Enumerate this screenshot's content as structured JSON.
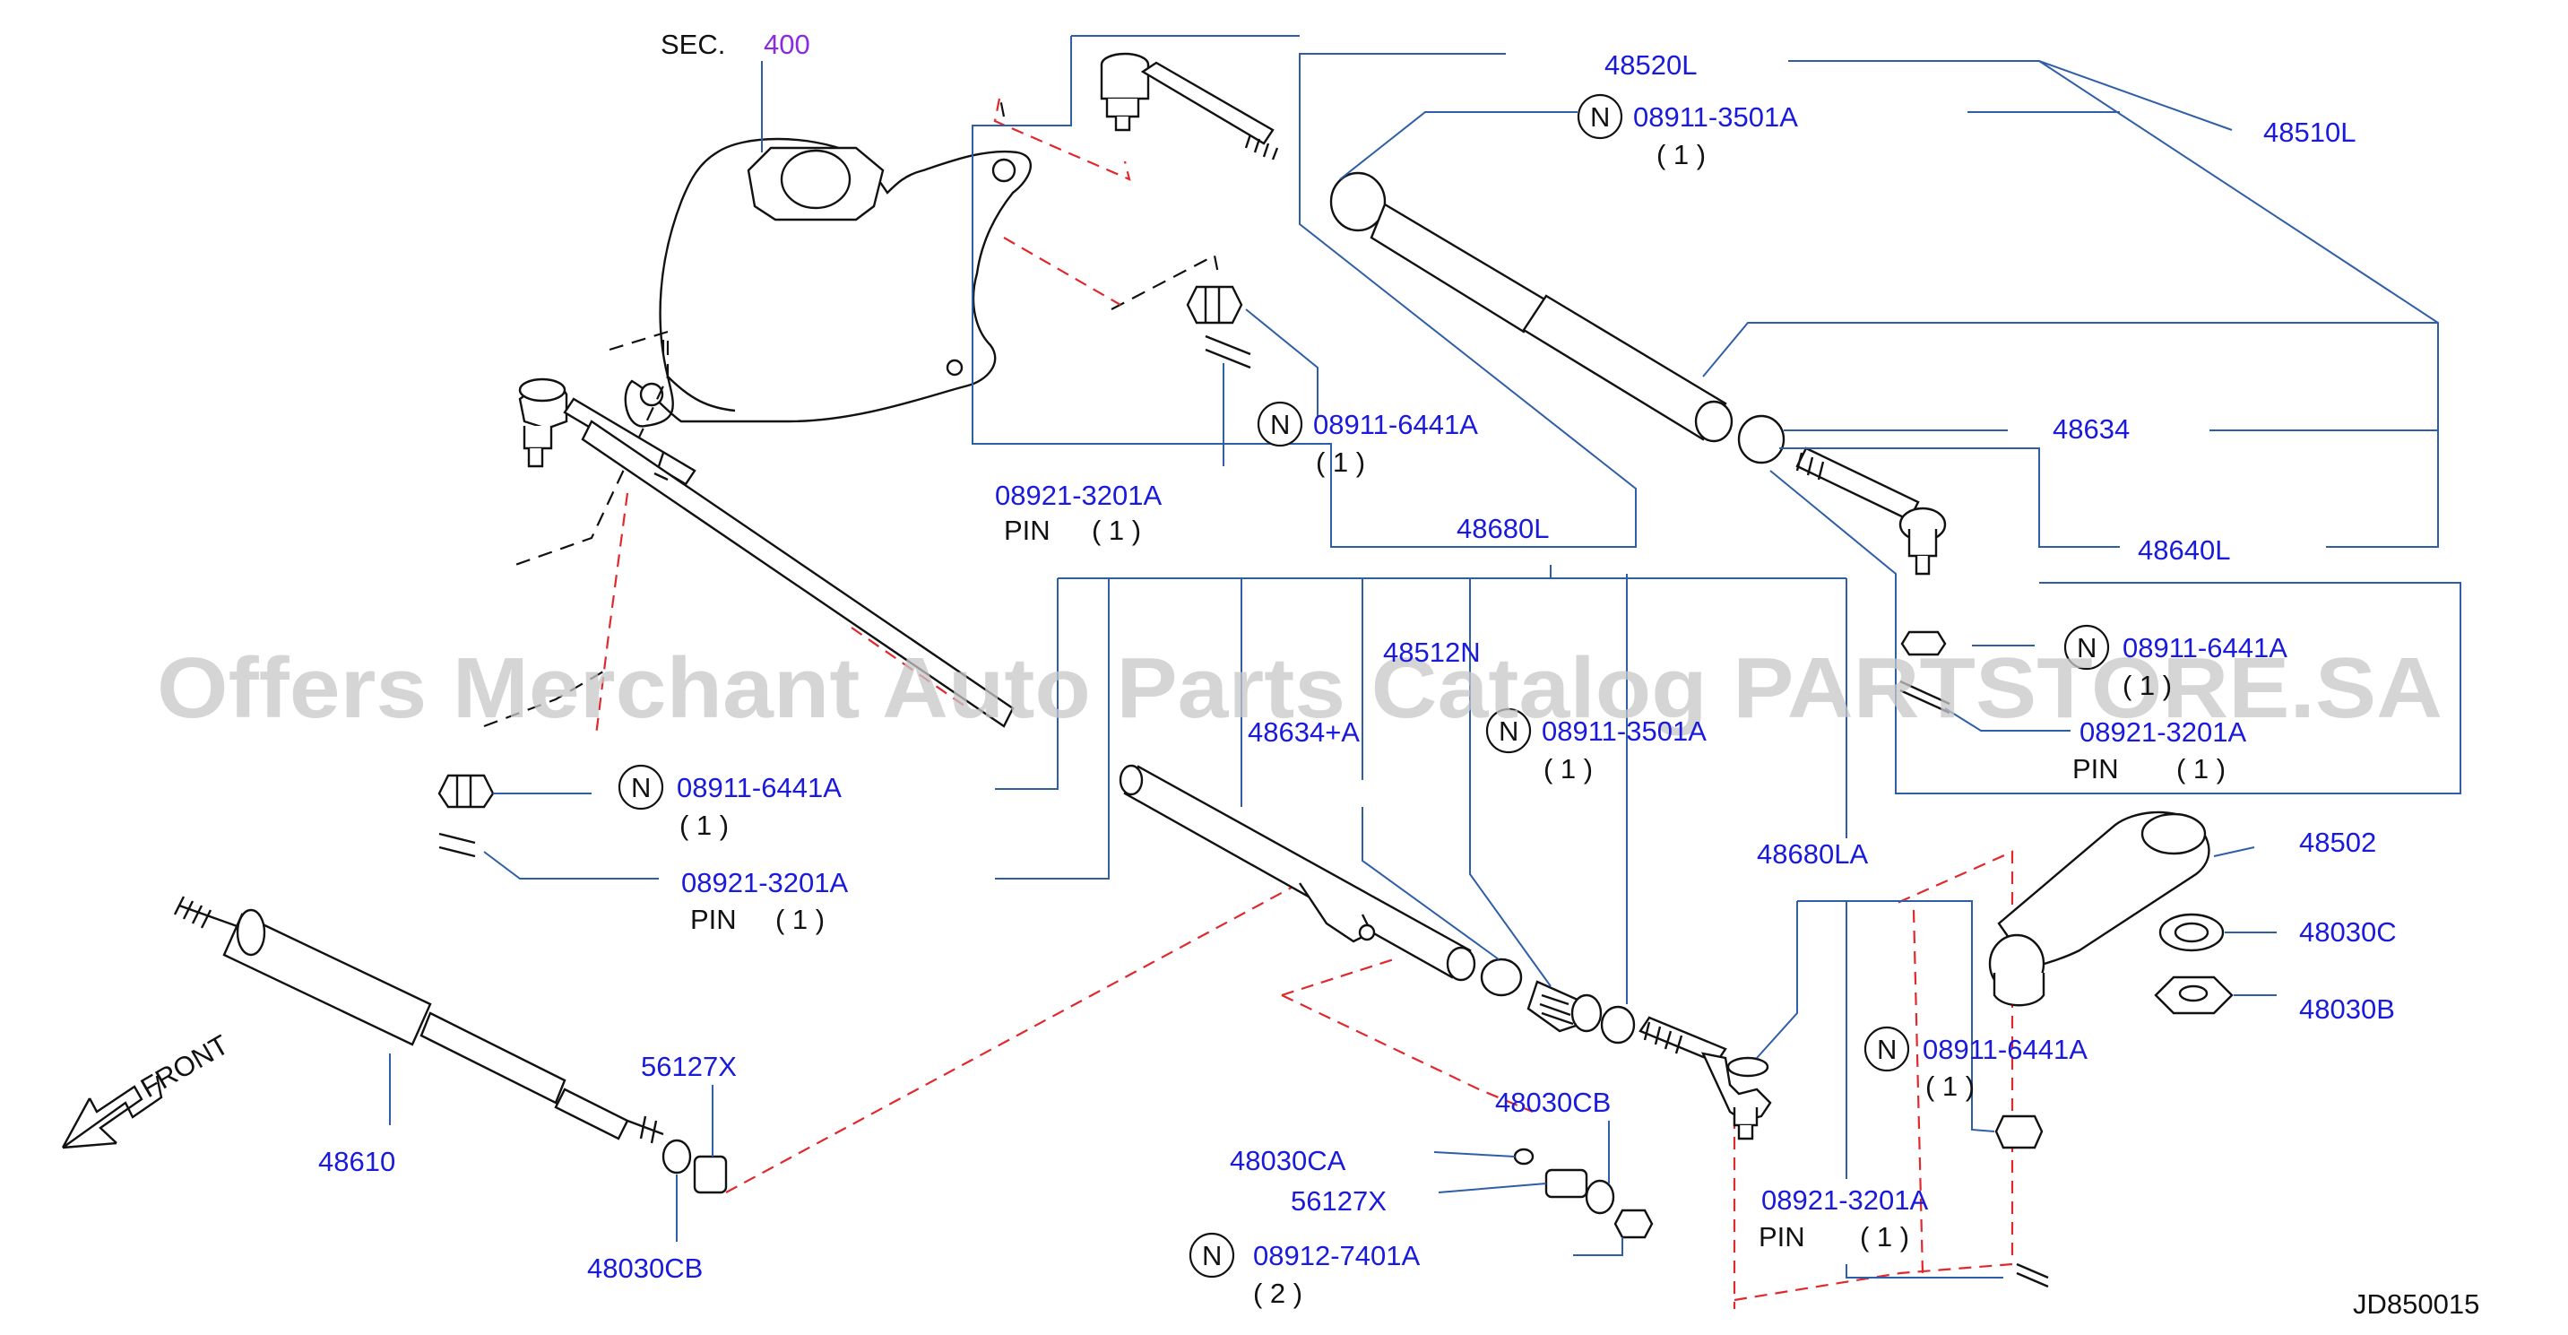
{
  "diagram": {
    "sec_label": "SEC.",
    "sec_number": "400",
    "watermark": "Offers Merchant Auto Parts Catalog PARTSTORE.SA",
    "diagram_code": "JD850015",
    "front_label": "FRONT",
    "n_symbol": "N",
    "labels": {
      "p48520L": "48520L",
      "p48510L": "48510L",
      "n08911_3501A_top": "08911-3501A",
      "q1_top": "( 1 )",
      "n08911_6441A_top": "08911-6441A",
      "q1_top2": "( 1 )",
      "p08921_3201A_top": "08921-3201A",
      "pin_top": "PIN",
      "pin_top_q": "( 1 )",
      "p48634": "48634",
      "p48640L": "48640L",
      "n08911_6441A_right": "08911-6441A",
      "q1_right": "( 1 )",
      "p08921_3201A_right": "08921-3201A",
      "pin_right": "PIN",
      "pin_right_q": "( 1 )",
      "p48680L": "48680L",
      "p48512N": "48512N",
      "p48634A": "48634+A",
      "n08911_3501A_mid": "08911-3501A",
      "q1_mid": "( 1 )",
      "n08911_6441A_left": "08911-6441A",
      "q1_left": "( 1 )",
      "p08921_3201A_left": "08921-3201A",
      "pin_left": "PIN",
      "pin_left_q": "( 1 )",
      "p48680LA": "48680LA",
      "p48502": "48502",
      "p48030C": "48030C",
      "p48030B": "48030B",
      "n08911_6441A_lower": "08911-6441A",
      "q1_lower": "( 1 )",
      "p08921_3201A_lower": "08921-3201A",
      "pin_lower": "PIN",
      "pin_lower_q": "( 1 )",
      "p56127X_left": "56127X",
      "p48610": "48610",
      "p48030CB_left": "48030CB",
      "p48030CB_mid": "48030CB",
      "p48030CA": "48030CA",
      "p56127X_mid": "56127X",
      "n08912_7401A": "08912-7401A",
      "q2_bottom": "( 2 )"
    }
  }
}
